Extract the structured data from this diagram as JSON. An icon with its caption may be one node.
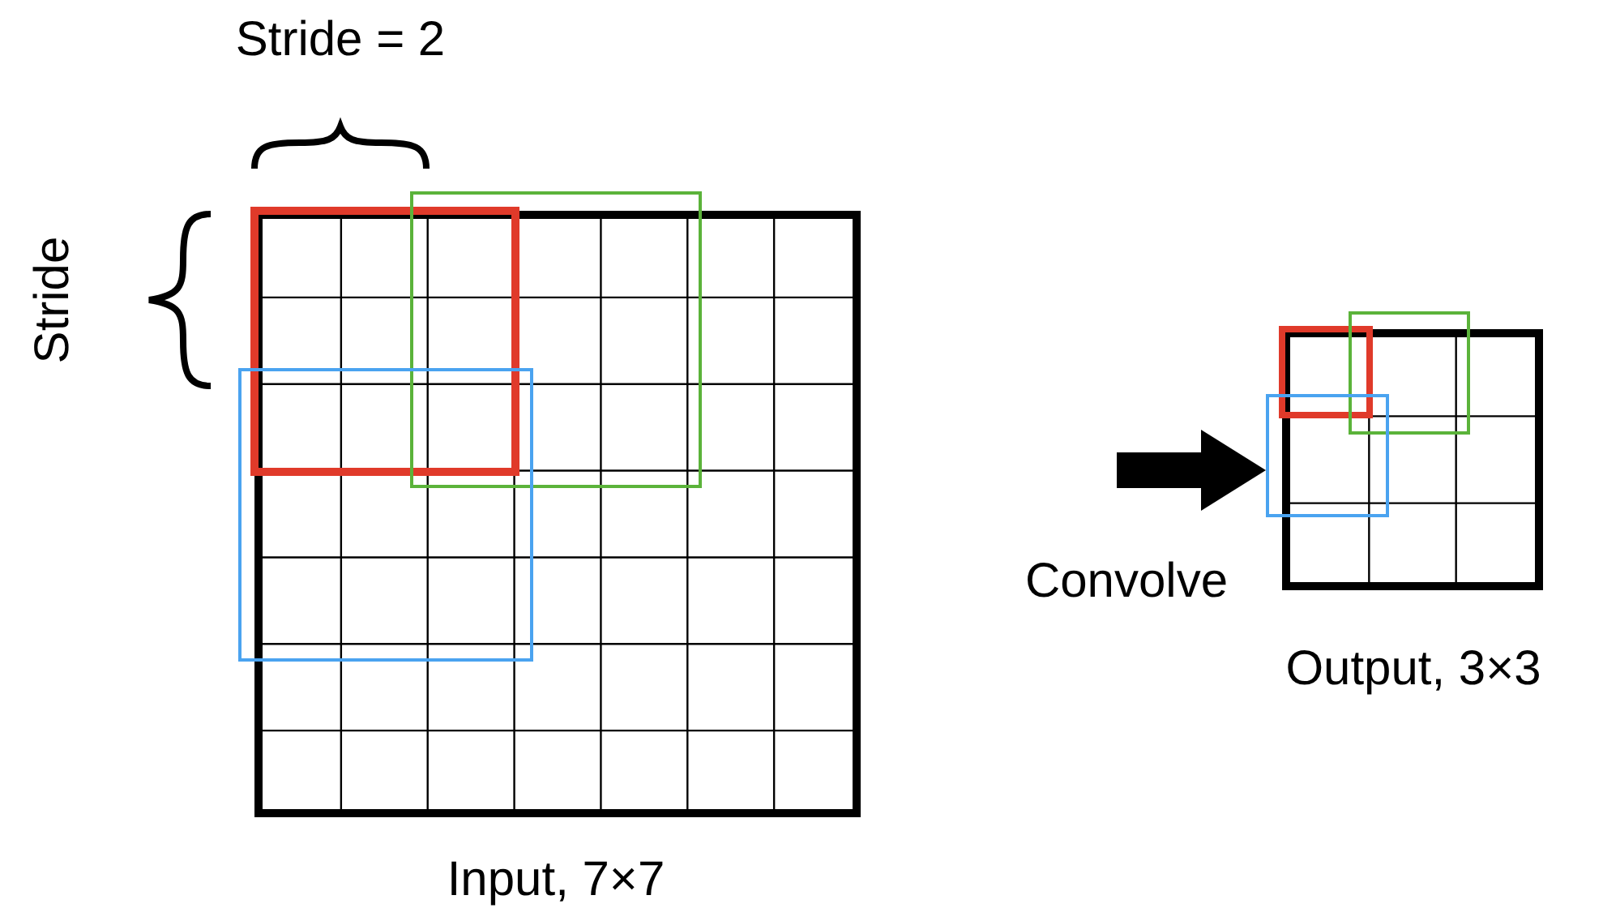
{
  "diagram": {
    "nodes": [
      {
        "text": [],
        "shape": "box",
        "beside": [
          "Input, 7×7"
        ]
      },
      {
        "text": [],
        "shape": "box",
        "beside": [
          "Output, 3×3"
        ]
      }
    ],
    "edges": [
      {
        "from": 0,
        "to": 1,
        "arrow": "to",
        "label": "Convolve"
      }
    ],
    "labels": [
      "Stride = 2",
      "Stride"
    ]
  }
}
